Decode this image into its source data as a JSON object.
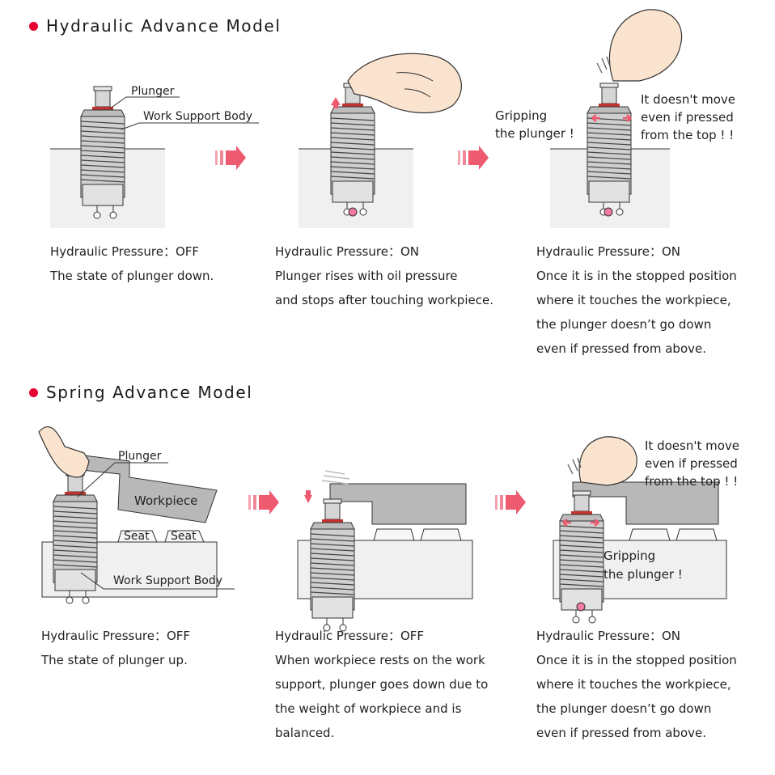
{
  "hydraulic": {
    "title": "Hydraulic Advance Model",
    "labels": {
      "plunger": "Plunger",
      "work_support_body": "Work Support Body",
      "gripping": [
        "Gripping",
        "the plunger !"
      ],
      "no_move": [
        "It doesn't move",
        "even if pressed",
        "from the top ! !"
      ]
    },
    "captions": [
      [
        "Hydraulic Pressure：OFF",
        "The state of plunger down."
      ],
      [
        "Hydraulic Pressure：ON",
        "Plunger rises with oil pressure",
        "and stops after touching workpiece."
      ],
      [
        "Hydraulic Pressure：ON",
        "Once it is in the stopped position",
        "where it touches the workpiece,",
        "the plunger doesn’t go down",
        "even if pressed from above."
      ]
    ]
  },
  "spring": {
    "title": "Spring Advance Model",
    "labels": {
      "plunger": "Plunger",
      "workpiece": "Workpiece",
      "seat": "Seat",
      "work_support_body": "Work Support Body",
      "no_move": [
        "It doesn't move",
        "even if pressed",
        "from the top ! !"
      ],
      "gripping": [
        "Gripping",
        "the plunger !"
      ]
    },
    "captions": [
      [
        "Hydraulic Pressure：OFF",
        "The state of plunger up."
      ],
      [
        "Hydraulic Pressure：OFF",
        "When workpiece rests on the work",
        "support, plunger goes down due to",
        "the weight of workpiece and is",
        "balanced."
      ],
      [
        "Hydraulic Pressure：ON",
        "Once it is in the stopped position",
        "where it touches the workpiece,",
        "the plunger doesn’t go down",
        "even if pressed from above."
      ]
    ]
  },
  "colors": {
    "accent": "#e60033",
    "arrow": "#ee5a6f",
    "body_gray": "#c8c8c8",
    "block_gray": "#f0f0f0",
    "ring_red": "#c2332f",
    "pink": "#f07aa0"
  }
}
